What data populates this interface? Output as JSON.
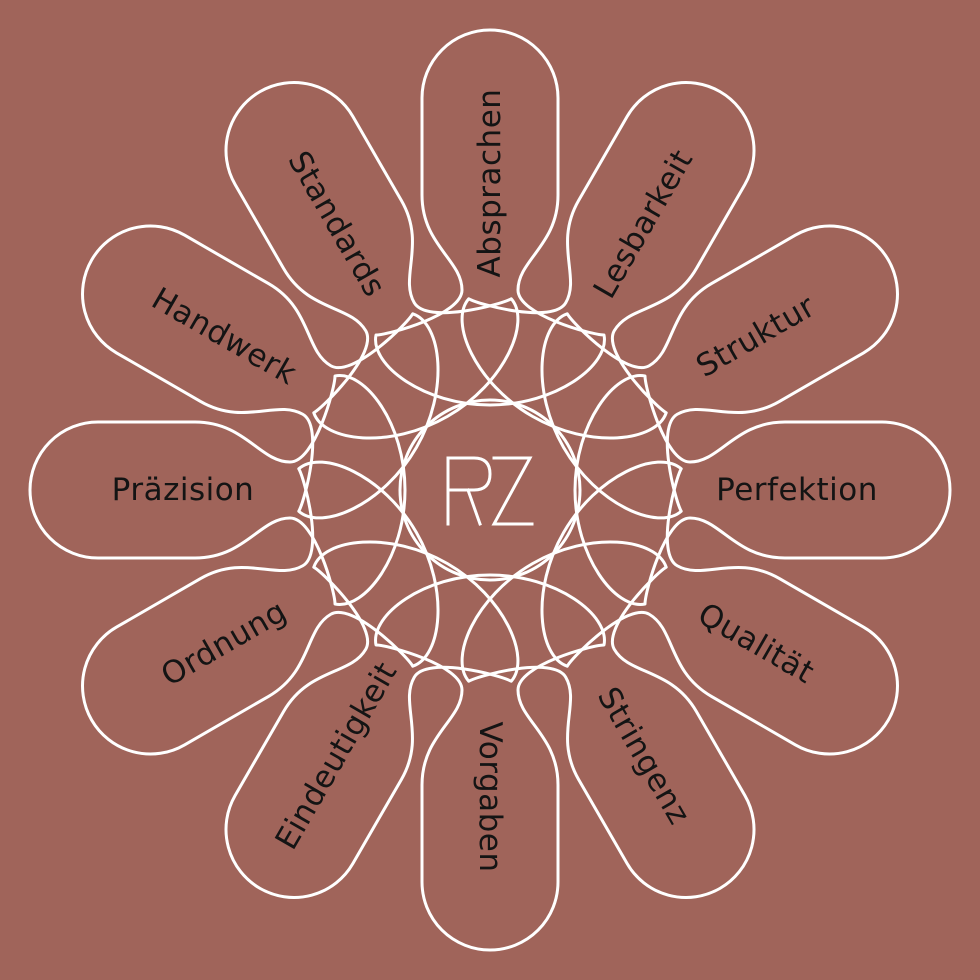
{
  "colors": {
    "background": "#a0645a",
    "outline": "#ffffff",
    "text": "#141414"
  },
  "center": {
    "logo": "RZ"
  },
  "petals": [
    {
      "label": "Perfektion"
    },
    {
      "label": "Qualität"
    },
    {
      "label": "Stringenz"
    },
    {
      "label": "Vorgaben"
    },
    {
      "label": "Eindeutigkeit"
    },
    {
      "label": "Ordnung"
    },
    {
      "label": "Präzision"
    },
    {
      "label": "Handwerk"
    },
    {
      "label": "Standards"
    },
    {
      "label": "Absprachen"
    },
    {
      "label": "Lesbarkeit"
    },
    {
      "label": "Struktur"
    }
  ]
}
